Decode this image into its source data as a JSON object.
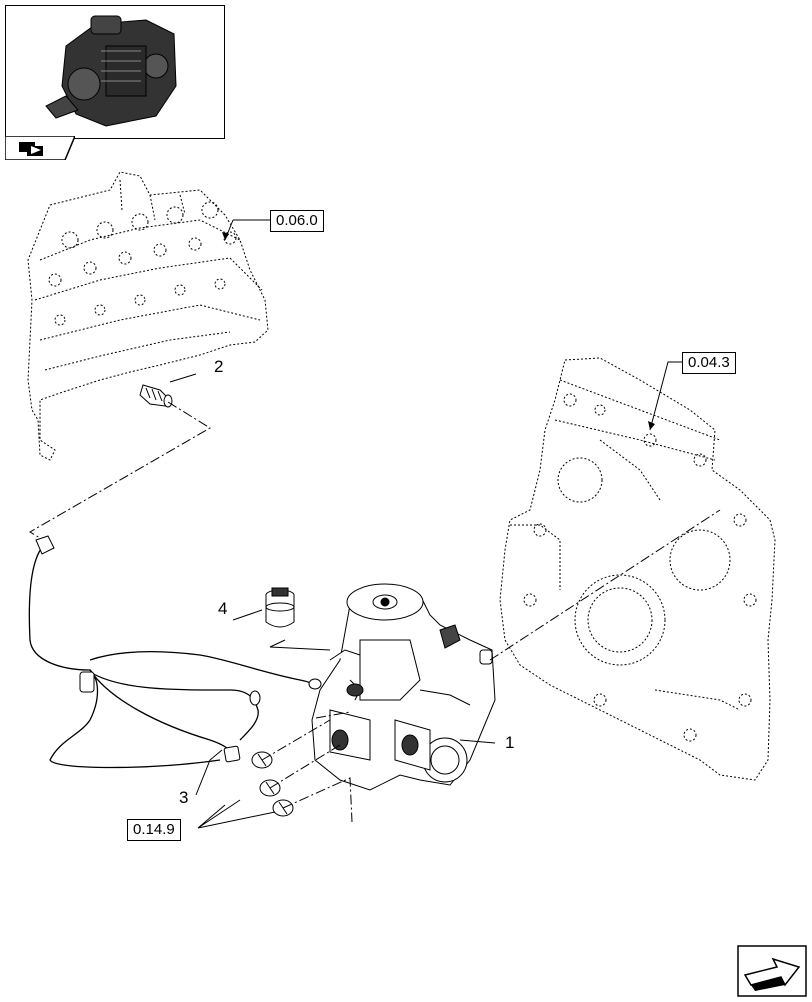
{
  "diagram": {
    "references": [
      {
        "id": "ref-top-head",
        "label": "0.06.0"
      },
      {
        "id": "ref-front-cover",
        "label": "0.04.3"
      },
      {
        "id": "ref-pump-fittings",
        "label": "0.14.9"
      }
    ],
    "callouts": [
      {
        "id": "callout-1",
        "label": "1"
      },
      {
        "id": "callout-2",
        "label": "2"
      },
      {
        "id": "callout-3",
        "label": "3"
      },
      {
        "id": "callout-4",
        "label": "4"
      }
    ]
  },
  "thumbnail": {
    "icon": "engine-thumbnail"
  },
  "navigation": {
    "prev_icon": "arrow-back-icon",
    "next_icon": "arrow-next-icon"
  }
}
